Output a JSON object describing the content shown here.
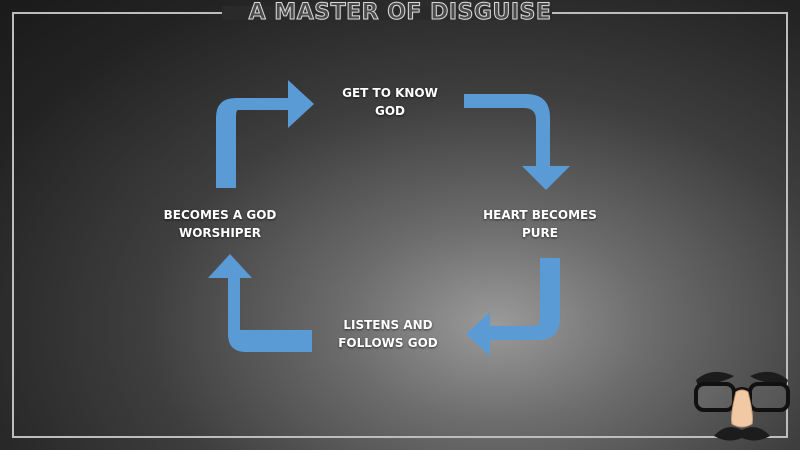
{
  "title": "A MASTER OF DISGUISE",
  "nodes": {
    "top": {
      "line1": "GET TO KNOW",
      "line2": "GOD"
    },
    "right": {
      "line1": "HEART BECOMES",
      "line2": "PURE"
    },
    "bottom": {
      "line1": "LISTENS AND",
      "line2": "FOLLOWS GOD"
    },
    "left": {
      "line1": "BECOMES A GOD",
      "line2": "WORSHIPER"
    }
  },
  "colors": {
    "arrow": "#5b9bd5",
    "text": "#ffffff",
    "frame": "#bdbdbd"
  },
  "icons": {
    "decoration": "groucho-disguise-glasses-icon"
  }
}
